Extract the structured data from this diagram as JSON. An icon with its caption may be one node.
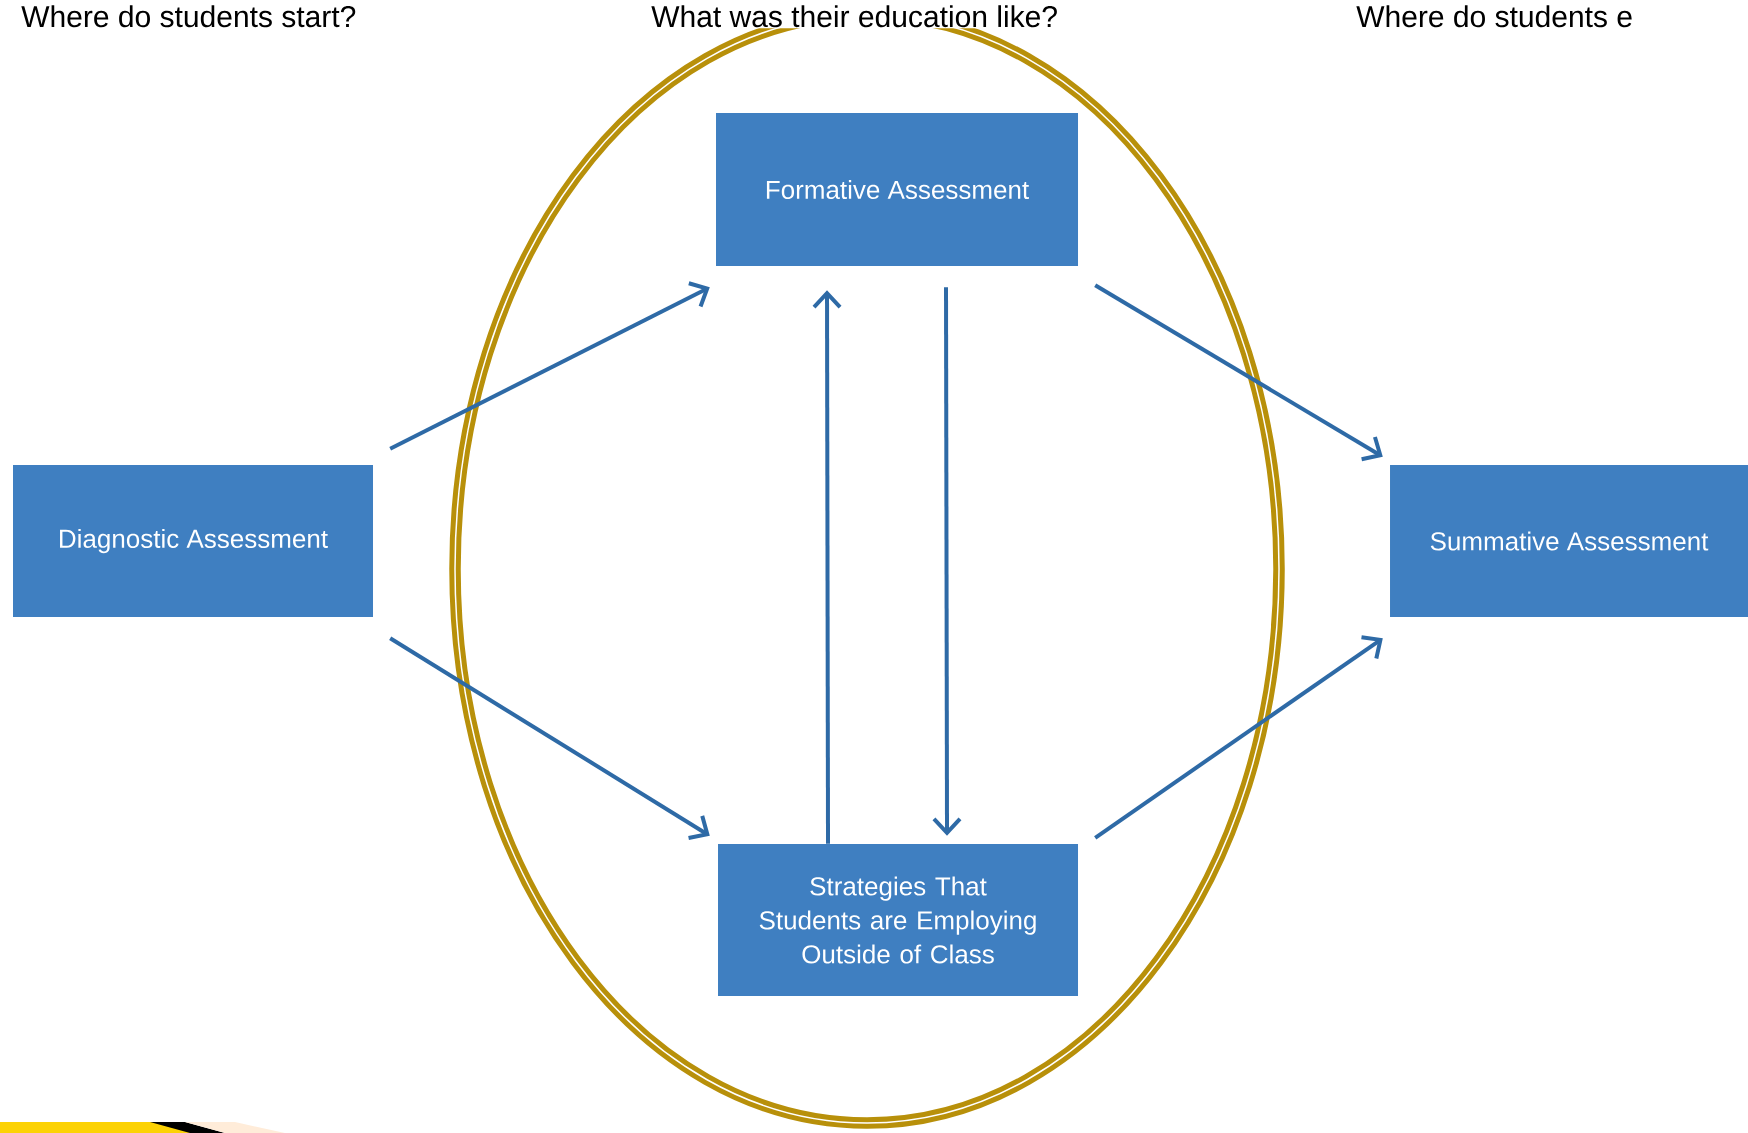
{
  "diagram": {
    "nodes": [
      {
        "text": [
          "Diagnostic Assessment"
        ]
      },
      {
        "text": [
          "Formative Assessment"
        ]
      },
      {
        "text": [
          "Strategies That Students are Employing Outside of Class"
        ]
      },
      {
        "text": [
          "Summative Assessment"
        ]
      }
    ],
    "edges": [
      {
        "from": 0,
        "to": 1,
        "arrow": "to"
      },
      {
        "from": 0,
        "to": 2,
        "arrow": "to"
      },
      {
        "from": 1,
        "to": 3,
        "arrow": "to"
      },
      {
        "from": 2,
        "to": 3,
        "arrow": "to"
      },
      {
        "from": 2,
        "to": 1,
        "arrow": "to"
      },
      {
        "from": 1,
        "to": 2,
        "arrow": "to"
      }
    ],
    "labels": [
      "Where do students start?",
      "What was their education like?",
      "Where do students e"
    ]
  }
}
